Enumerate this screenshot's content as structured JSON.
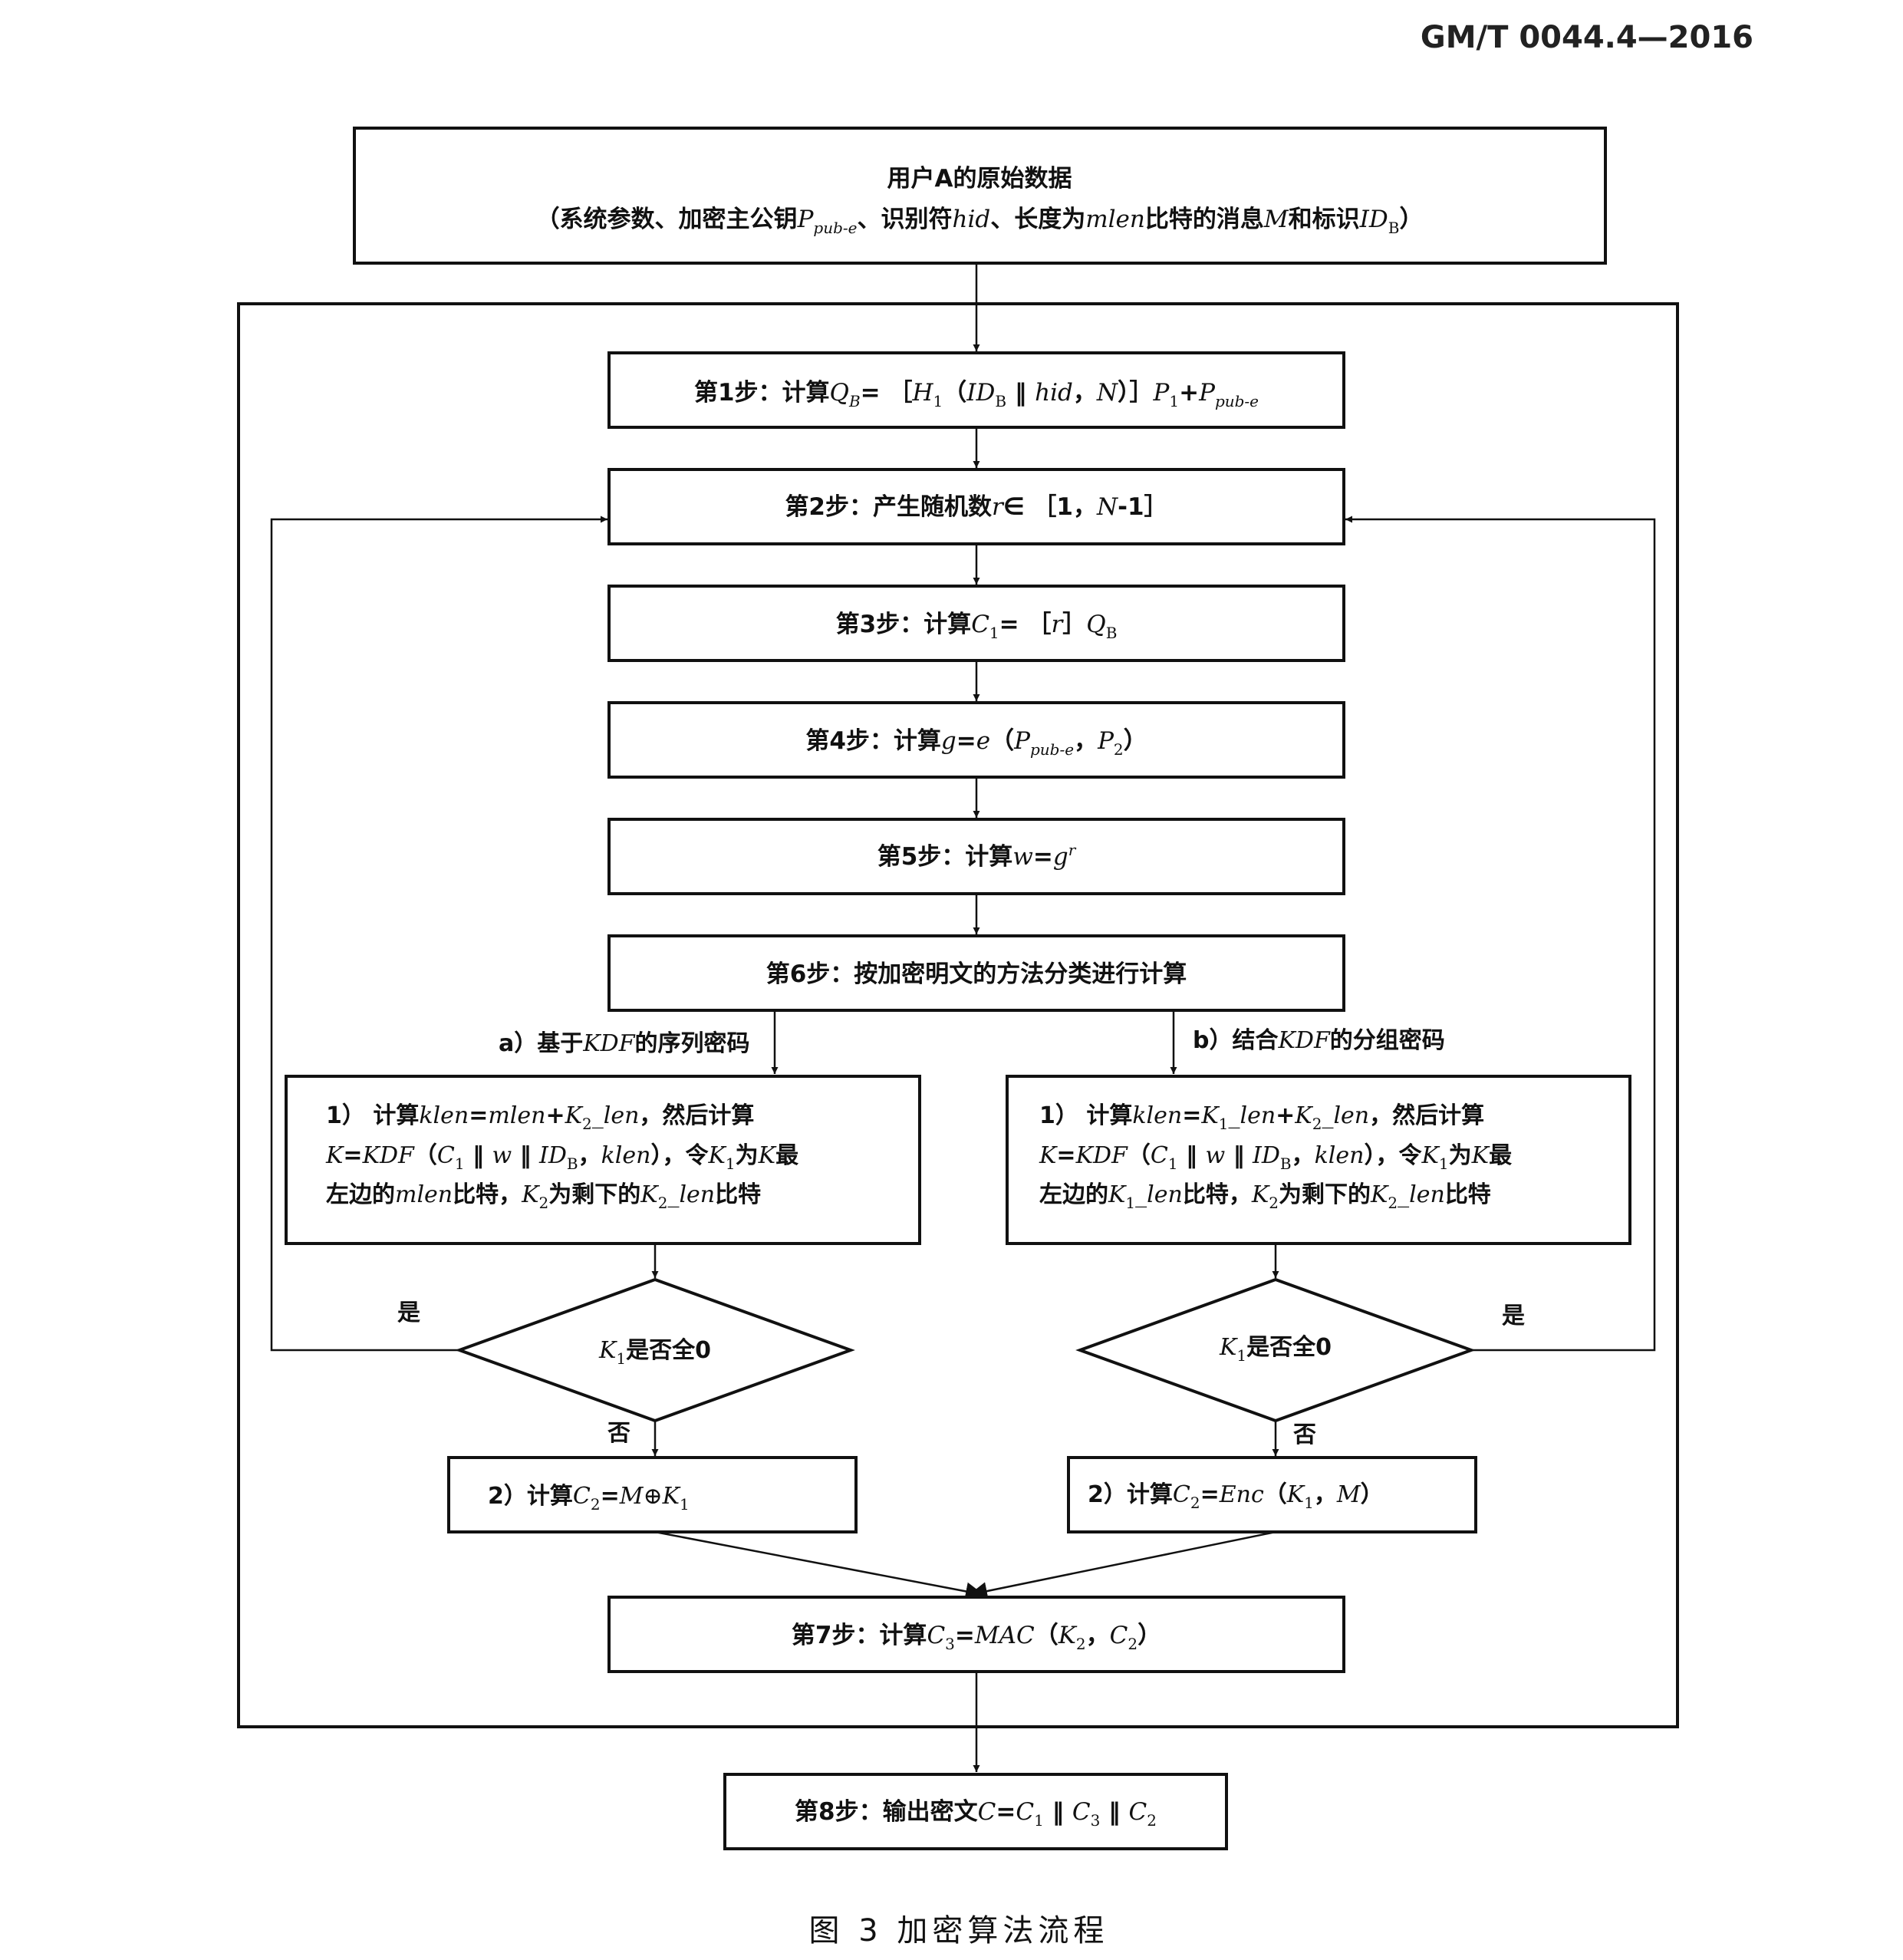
{
  "header": {
    "doc_code": "GM/T 0044.4—2016"
  },
  "figure": {
    "caption": "图 3 加密算法流程"
  },
  "input_box": {
    "line1": "用户A的原始数据",
    "line2_parts": [
      "（系统参数、加密主公钥",
      "P",
      "pub-e",
      "、识别符",
      "hid",
      "、长度为",
      "mlen",
      "比特的消息",
      "M",
      "和标识",
      "ID",
      "B",
      "）"
    ]
  },
  "steps": {
    "s1": [
      "第1步：计算",
      "Q",
      "B",
      "= ［",
      "H",
      "1",
      "（",
      "ID",
      "B",
      " ‖ ",
      "hid",
      "，",
      "N",
      "）］",
      "P",
      "1",
      "+",
      "P",
      "pub-e"
    ],
    "s2": [
      "第2步：产生随机数",
      "r",
      "∈ ［1，",
      "N",
      "-1］"
    ],
    "s3": [
      "第3步：计算",
      "C",
      "1",
      "= ［",
      "r",
      "］",
      "Q",
      "B"
    ],
    "s4": [
      "第4步：计算",
      "g",
      "=",
      "e",
      "（",
      "P",
      "pub-e",
      "，",
      "P",
      "2",
      "）"
    ],
    "s5": [
      "第5步：计算",
      "w",
      "=",
      "g",
      "r"
    ],
    "s6": [
      "第6步：按加密明文的方法分类进行计算"
    ],
    "s7": [
      "第7步：计算",
      "C",
      "3",
      "=",
      "MAC",
      "（",
      "K",
      "2",
      "，",
      "C",
      "2",
      "）"
    ],
    "s8": [
      "第8步：输出密文",
      "C",
      "=",
      "C",
      "1",
      " ‖ ",
      "C",
      "3",
      " ‖ ",
      "C",
      "2"
    ]
  },
  "branch_a": {
    "label": [
      "a）基于",
      "KDF",
      "的序列密码"
    ],
    "box_line1": [
      "1）  计算",
      "klen",
      "=",
      "mlen",
      "+",
      "K",
      "2",
      "_",
      "len",
      "，然后计算"
    ],
    "box_line2": [
      "K",
      "=",
      "KDF",
      "（",
      "C",
      "1",
      " ‖ ",
      "w",
      " ‖ ",
      "ID",
      "B",
      "，",
      "klen",
      "），令",
      "K",
      "1",
      "为",
      "K",
      "最"
    ],
    "box_line3": [
      "左边的",
      "mlen",
      "比特，",
      "K",
      "2",
      "为剩下的",
      "K",
      "2",
      "_",
      "len",
      "比特"
    ],
    "decision": [
      "K",
      "1",
      "是否全0"
    ],
    "yes": "是",
    "no": "否",
    "step2": [
      "2）计算",
      "C",
      "2",
      "=",
      "M",
      "⊕",
      "K",
      "1"
    ]
  },
  "branch_b": {
    "label": [
      "b）结合",
      "KDF",
      "的分组密码"
    ],
    "box_line1": [
      "1）  计算",
      "klen",
      "=",
      "K",
      "1",
      "_",
      "len",
      "+",
      "K",
      "2",
      "_",
      "len",
      "，然后计算"
    ],
    "box_line2": [
      "K",
      "=",
      "KDF",
      "（",
      "C",
      "1",
      " ‖ ",
      "w",
      " ‖ ",
      "ID",
      "B",
      "，",
      "klen",
      "），令",
      "K",
      "1",
      "为",
      "K",
      "最"
    ],
    "box_line3": [
      "左边的",
      "K",
      "1",
      "_",
      "len",
      "比特，",
      "K",
      "2",
      "为剩下的",
      "K",
      "2",
      "_",
      "len",
      "比特"
    ],
    "decision": [
      "K",
      "1",
      "是否全0"
    ],
    "yes": "是",
    "no": "否",
    "step2": [
      "2）计算",
      "C",
      "2",
      "=",
      "Enc",
      "（",
      "K",
      "1",
      "，",
      "M",
      "）"
    ]
  }
}
